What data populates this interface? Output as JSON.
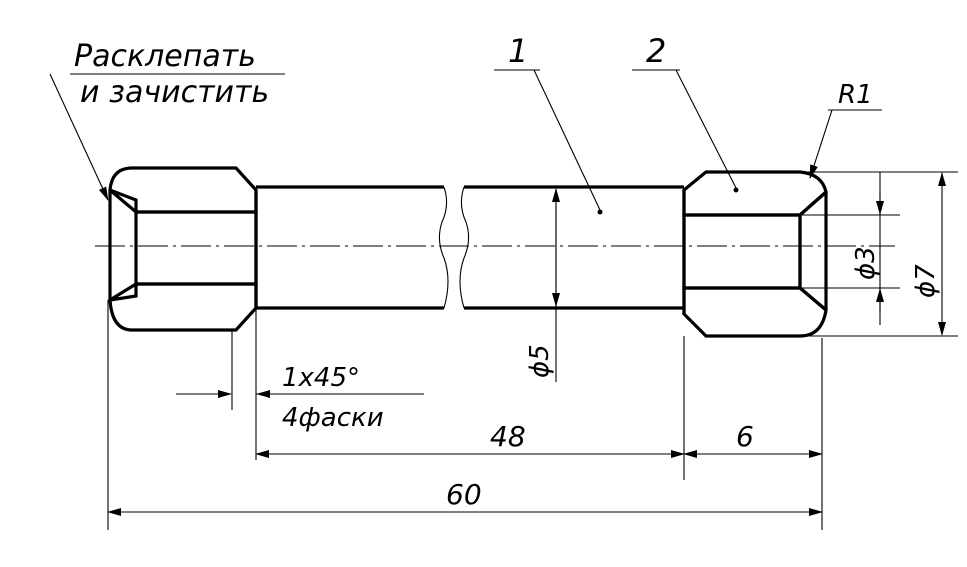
{
  "note": {
    "line1": "Расклепать",
    "line2": "и зачистить"
  },
  "callouts": {
    "part1": "1",
    "part2": "2",
    "radius": "R1"
  },
  "chamfer": {
    "size": "1x45°",
    "count": "4фаски"
  },
  "dimensions": {
    "rod_diameter": "ϕ5",
    "hole_diameter": "ϕ3",
    "outer_diameter": "ϕ7",
    "rod_length": "48",
    "sleeve_length": "6",
    "total_length": "60"
  }
}
